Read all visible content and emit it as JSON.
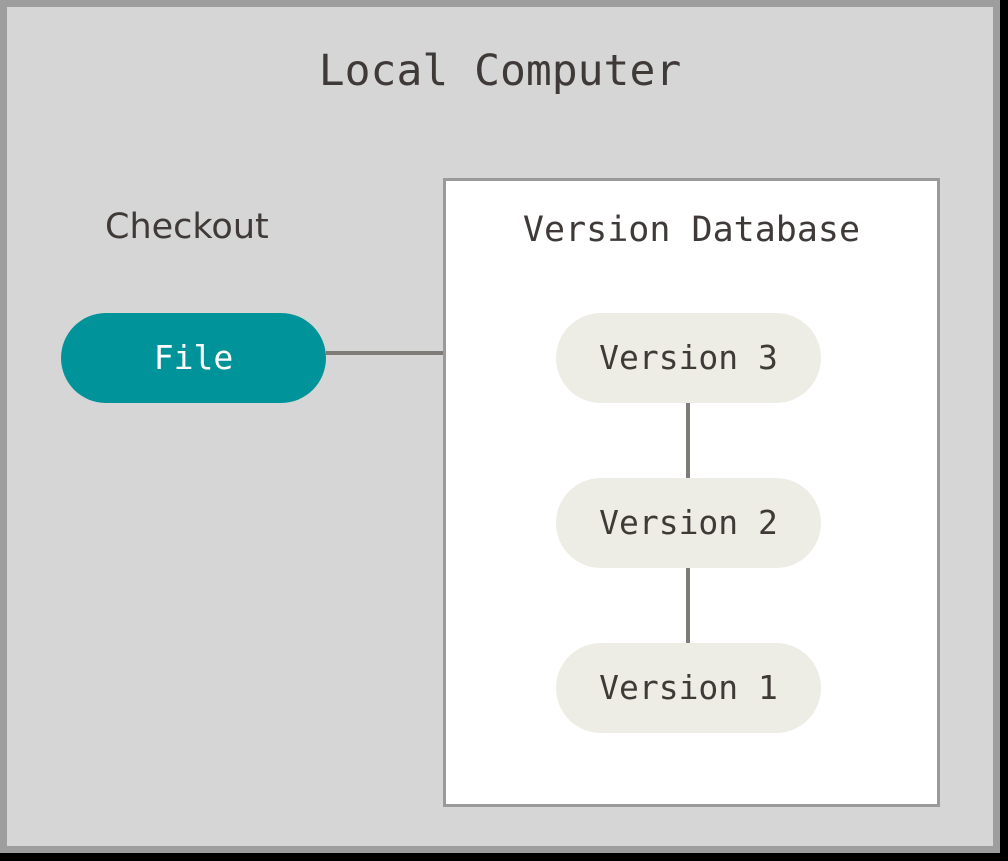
{
  "diagram": {
    "title": "Local Computer",
    "background_color": "#d6d6d6",
    "frame_color": "#9e9e9e",
    "title_color": "#3f3a38"
  },
  "checkout": {
    "label": "Checkout",
    "node": {
      "label": "File",
      "fill_color": "#00939a",
      "text_color": "#ffffff"
    }
  },
  "version_database": {
    "label": "Version Database",
    "panel_background": "#ffffff",
    "panel_border_color": "#9a9a9a",
    "node_fill_color": "#edede5",
    "node_text_color": "#3f3a38",
    "versions": [
      {
        "label": "Version 3"
      },
      {
        "label": "Version 2"
      },
      {
        "label": "Version 1"
      }
    ]
  },
  "connectors": {
    "color": "#7f7b76",
    "file_to_version3": "File — Version 3",
    "version3_to_version2": "Version 3 — Version 2",
    "version2_to_version1": "Version 2 — Version 1"
  }
}
